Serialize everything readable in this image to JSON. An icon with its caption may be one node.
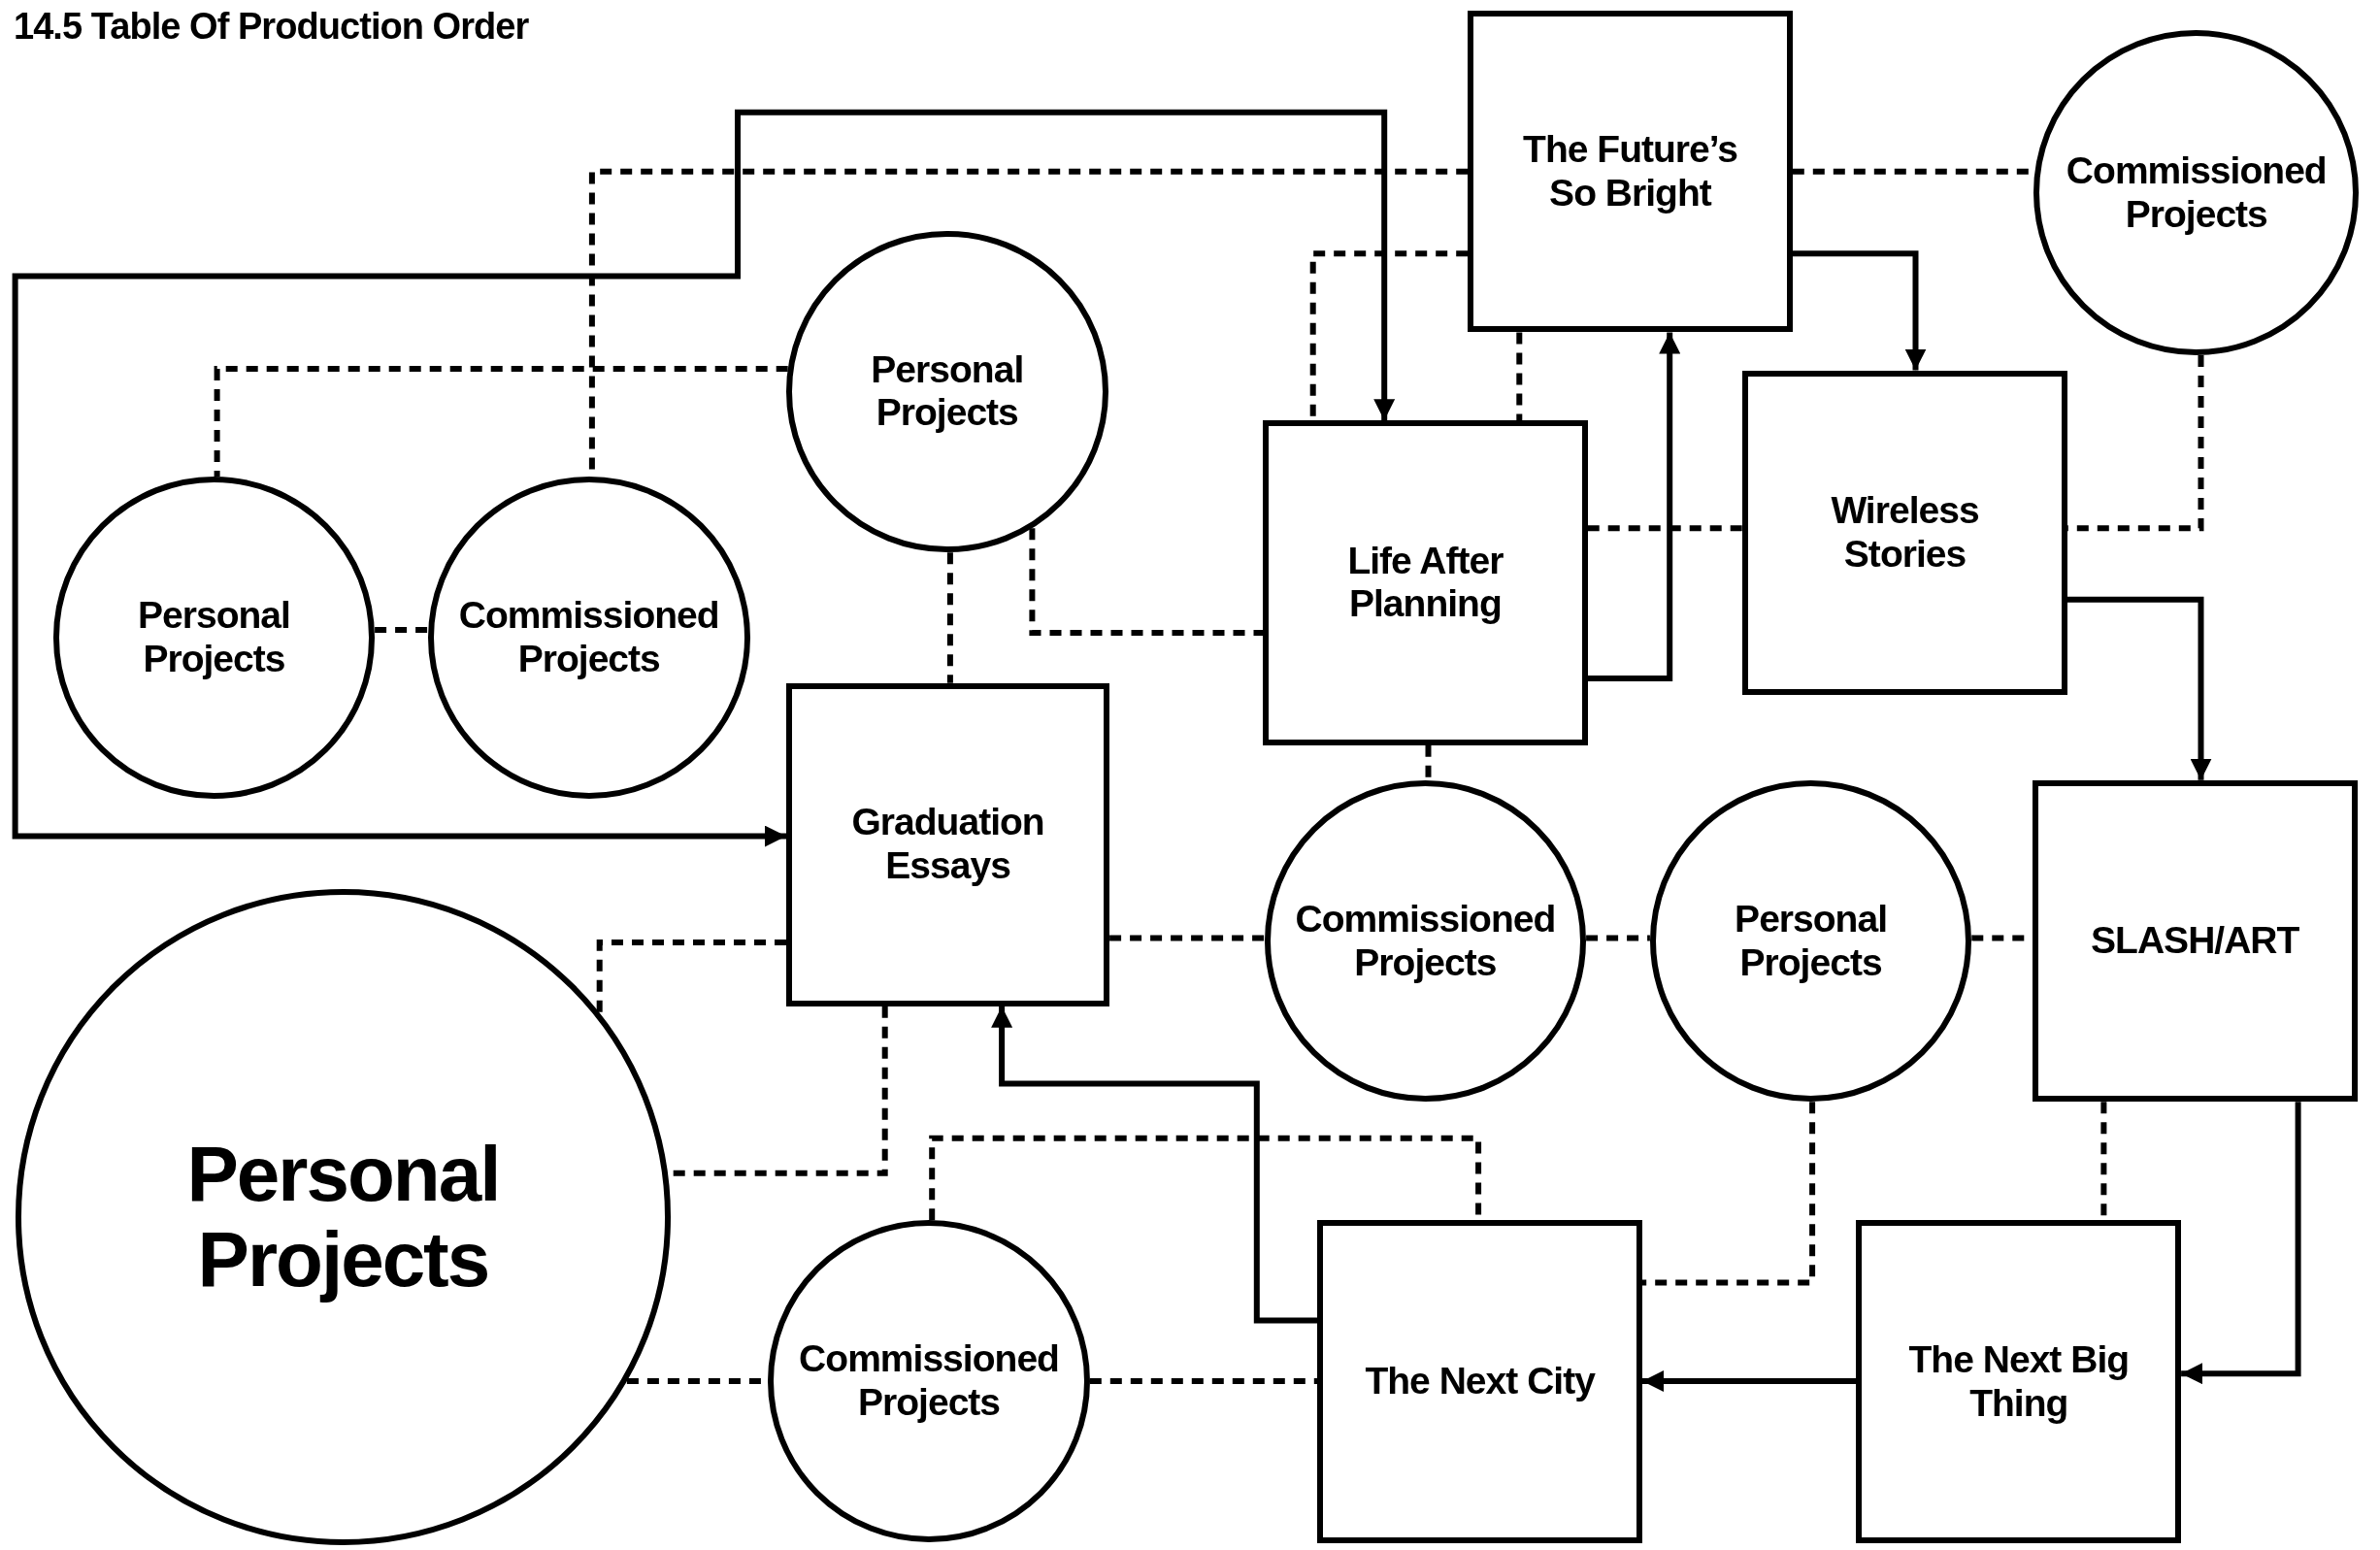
{
  "diagram": {
    "title": "14.5 Table Of Production Order",
    "nodes": [
      {
        "text": [
          "The Future’s So Bright"
        ]
      },
      {
        "text": [
          "Commissioned Projects"
        ]
      },
      {
        "text": [
          "Personal Projects"
        ]
      },
      {
        "text": [
          "Life After Planning"
        ]
      },
      {
        "text": [
          "Wireless Stories"
        ]
      },
      {
        "text": [
          "Personal Projects"
        ]
      },
      {
        "text": [
          "Commissioned Projects"
        ]
      },
      {
        "text": [
          "Graduation Essays"
        ]
      },
      {
        "text": [
          "Commissioned Projects"
        ]
      },
      {
        "text": [
          "Personal Projects"
        ]
      },
      {
        "text": [
          "SLASH/ART"
        ]
      },
      {
        "text": [
          "Personal Projects"
        ]
      },
      {
        "text": [
          "Commissioned Projects"
        ]
      },
      {
        "text": [
          "The Next City"
        ]
      },
      {
        "text": [
          "The Next Big Thing"
        ]
      }
    ],
    "edges": [
      {
        "from": 3,
        "to": 7,
        "arrow": "both"
      },
      {
        "from": 3,
        "to": 0,
        "arrow": "to"
      },
      {
        "from": 0,
        "to": 4,
        "arrow": "to"
      },
      {
        "from": 4,
        "to": 10,
        "arrow": "to"
      },
      {
        "from": 10,
        "to": 14,
        "arrow": "to"
      },
      {
        "from": 14,
        "to": 13,
        "arrow": "to"
      },
      {
        "from": 13,
        "to": 7,
        "arrow": "to"
      },
      {
        "from": 0,
        "to": 6,
        "arrow": "none",
        "style": "dashed"
      },
      {
        "from": 0,
        "to": 3,
        "arrow": "none",
        "style": "dashed"
      },
      {
        "from": 0,
        "to": 3,
        "arrow": "none",
        "style": "dashed"
      },
      {
        "from": 0,
        "to": 1,
        "arrow": "none",
        "style": "dashed"
      },
      {
        "from": 1,
        "to": 4,
        "arrow": "none",
        "style": "dashed"
      },
      {
        "from": 3,
        "to": 4,
        "arrow": "none",
        "style": "dashed"
      },
      {
        "from": 2,
        "to": 5,
        "arrow": "none",
        "style": "dashed"
      },
      {
        "from": 5,
        "to": 6,
        "arrow": "none",
        "style": "dashed"
      },
      {
        "from": 2,
        "to": 7,
        "arrow": "none",
        "style": "dashed"
      },
      {
        "from": 2,
        "to": 3,
        "arrow": "none",
        "style": "dashed"
      },
      {
        "from": 3,
        "to": 8,
        "arrow": "none",
        "style": "dashed"
      },
      {
        "from": 7,
        "to": 8,
        "arrow": "none",
        "style": "dashed"
      },
      {
        "from": 8,
        "to": 9,
        "arrow": "none",
        "style": "dashed"
      },
      {
        "from": 9,
        "to": 10,
        "arrow": "none",
        "style": "dashed"
      },
      {
        "from": 7,
        "to": 11,
        "arrow": "none",
        "style": "dashed"
      },
      {
        "from": 7,
        "to": 11,
        "arrow": "none",
        "style": "dashed"
      },
      {
        "from": 12,
        "to": 13,
        "arrow": "none",
        "style": "dashed"
      },
      {
        "from": 9,
        "to": 13,
        "arrow": "none",
        "style": "dashed"
      },
      {
        "from": 10,
        "to": 14,
        "arrow": "none",
        "style": "dashed"
      },
      {
        "from": 11,
        "to": 12,
        "arrow": "none",
        "style": "dashed"
      },
      {
        "from": 12,
        "to": 13,
        "arrow": "none",
        "style": "dashed"
      }
    ]
  }
}
